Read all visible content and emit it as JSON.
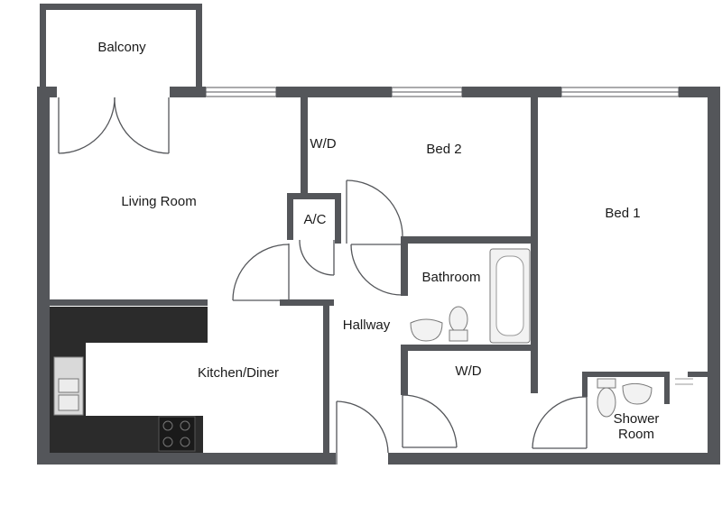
{
  "floorplan": {
    "rooms": {
      "balcony": "Balcony",
      "living_room": "Living Room",
      "wd_top": "W/D",
      "bed2": "Bed 2",
      "bed1": "Bed 1",
      "ac": "A/C",
      "bathroom": "Bathroom",
      "hallway": "Hallway",
      "kitchen": "Kitchen/Diner",
      "wd_bottom": "W/D",
      "shower_line1": "Shower",
      "shower_line2": "Room"
    },
    "colors": {
      "wall": "#54565a",
      "counter": "#2b2b2b",
      "background": "#ffffff"
    },
    "icons": [
      "door-swing-icon",
      "window-icon",
      "bathtub-icon",
      "toilet-icon",
      "sink-icon",
      "hob-icon",
      "kitchen-sink-icon"
    ]
  }
}
